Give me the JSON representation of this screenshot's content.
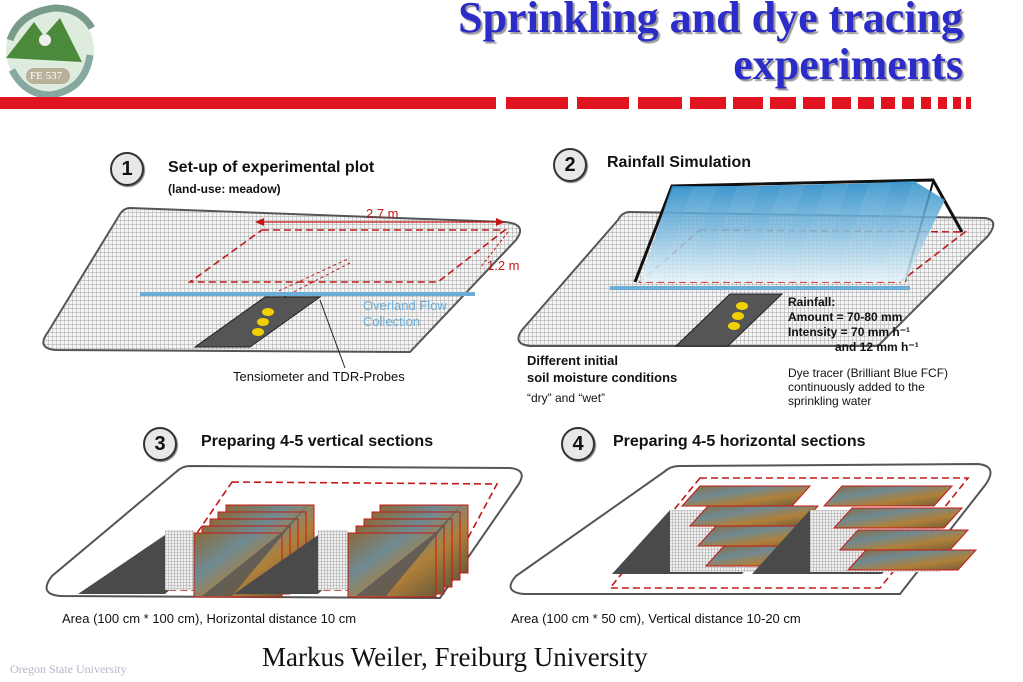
{
  "header": {
    "logo_text": "FE 537",
    "title_line1": "Sprinkling and dye tracing",
    "title_line2": "experiments"
  },
  "panel1": {
    "number": "1",
    "heading": "Set-up of experimental plot",
    "subheading": "(land-use: meadow)",
    "dim_length": "2.7 m",
    "dim_width": "1.2 m",
    "overland_flow": [
      "Overland Flow",
      "Collection"
    ],
    "probes_label": "Tensiometer and TDR-Probes"
  },
  "panel2": {
    "number": "2",
    "heading": "Rainfall Simulation",
    "rainfall_lines": [
      "Rainfall:",
      "Amount = 70-80 mm",
      "Intensity =  70 mm h⁻¹",
      "and   12 mm h⁻¹"
    ],
    "moisture_lines": [
      "Different initial",
      "soil moisture conditions"
    ],
    "moisture_values": "“dry”  and “wet”",
    "dye_lines": [
      "Dye tracer (Brilliant Blue FCF)",
      "continuously added to the",
      "sprinkling water"
    ]
  },
  "panel3": {
    "number": "3",
    "heading": "Preparing 4-5 vertical sections",
    "caption": "Area (100 cm * 100 cm), Horizontal distance 10 cm"
  },
  "panel4": {
    "number": "4",
    "heading": "Preparing 4-5 horizontal sections",
    "caption": "Area (100 cm * 50 cm), Vertical distance 10-20 cm"
  },
  "footer": {
    "author": "Markus Weiler, Freiburg University",
    "university": "Oregon State University"
  },
  "colors": {
    "title": "#2c2cc8",
    "rule": "#e0141e",
    "dashed": "#c41818",
    "water_blue": "#6aaed8"
  }
}
